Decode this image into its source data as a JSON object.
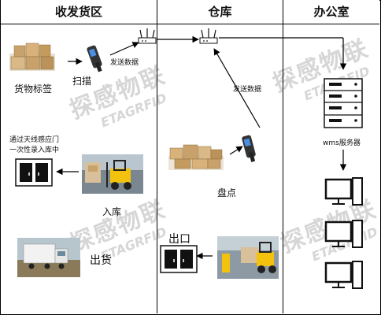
{
  "columns": {
    "receiving": "收发货区",
    "warehouse": "仓库",
    "office": "办公室"
  },
  "labels": {
    "cargo_tag": "货物标签",
    "scan": "扫描",
    "send_data_left": "发送数据",
    "send_data_right": "发送数据",
    "gate_note_line1": "通过天线感应门",
    "gate_note_line2": "一次性录入库中",
    "inbound": "入库",
    "shipping": "出货",
    "inventory_check": "盘点",
    "exit": "出口",
    "wms_server": "wms服务器"
  },
  "watermark": {
    "cn": "探感物联",
    "en": "ETAGRFID"
  },
  "colors": {
    "line": "#000000",
    "forklift": "#f2c20f",
    "box": "#c9a26b",
    "device": "#333333"
  }
}
